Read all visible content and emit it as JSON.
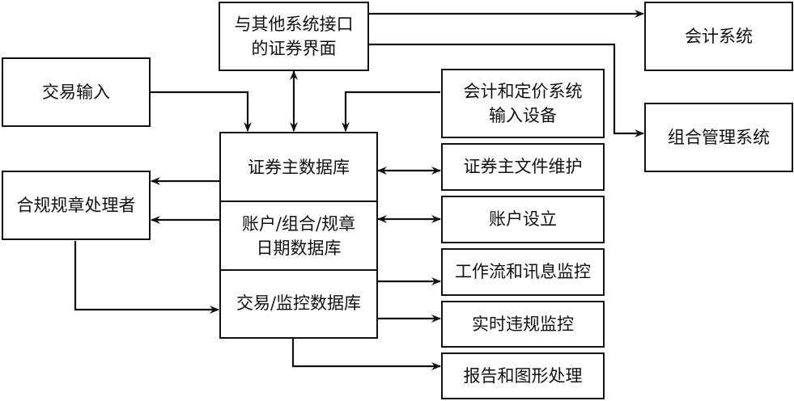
{
  "diagram": {
    "nodes": {
      "interface": {
        "lines": [
          "与其他系统接口",
          "的证券界面"
        ]
      },
      "accounting": {
        "lines": [
          "会计系统"
        ]
      },
      "trade_input": {
        "lines": [
          "交易输入"
        ]
      },
      "pricing_input": {
        "lines": [
          "会计和定价系统",
          "输入设备"
        ]
      },
      "portfolio_mgmt": {
        "lines": [
          "组合管理系统"
        ]
      },
      "compliance": {
        "lines": [
          "合规规章处理者"
        ]
      },
      "db_securities": {
        "lines": [
          "证券主数据库"
        ]
      },
      "db_accounts": {
        "lines": [
          "账户/组合/规章",
          "日期数据库"
        ]
      },
      "db_trades": {
        "lines": [
          "交易/监控数据库"
        ]
      },
      "master_file": {
        "lines": [
          "证券主文件维护"
        ]
      },
      "account_setup": {
        "lines": [
          "账户设立"
        ]
      },
      "workflow": {
        "lines": [
          "工作流和讯息监控"
        ]
      },
      "realtime": {
        "lines": [
          "实时违规监控"
        ]
      },
      "reports": {
        "lines": [
          "报告和图形处理"
        ]
      }
    },
    "edges": [
      {
        "from": "interface",
        "to": "accounting",
        "type": "arrow"
      },
      {
        "from": "interface",
        "to": "portfolio_mgmt",
        "type": "arrow"
      },
      {
        "from": "interface",
        "to": "db_securities",
        "type": "bidirectional"
      },
      {
        "from": "trade_input",
        "to": "db_securities",
        "type": "arrow"
      },
      {
        "from": "pricing_input",
        "to": "db_securities",
        "type": "arrow"
      },
      {
        "from": "db_securities",
        "to": "compliance",
        "type": "arrow"
      },
      {
        "from": "db_accounts",
        "to": "compliance",
        "type": "arrow"
      },
      {
        "from": "compliance",
        "to": "db_trades",
        "type": "arrow"
      },
      {
        "from": "db_securities",
        "to": "master_file",
        "type": "bidirectional"
      },
      {
        "from": "db_accounts",
        "to": "account_setup",
        "type": "bidirectional"
      },
      {
        "from": "db_trades",
        "to": "workflow",
        "type": "arrow"
      },
      {
        "from": "db_trades",
        "to": "realtime",
        "type": "arrow"
      },
      {
        "from": "db_trades",
        "to": "reports",
        "type": "arrow"
      }
    ]
  }
}
